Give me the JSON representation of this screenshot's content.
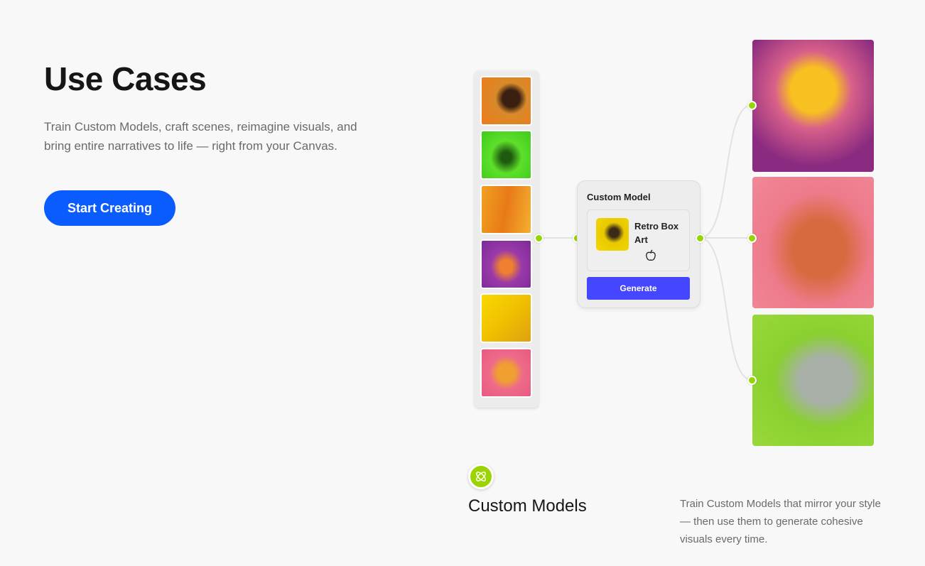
{
  "hero": {
    "title": "Use Cases",
    "subtitle": "Train Custom Models, craft scenes, reimagine visuals, and bring entire narratives to life — right from your Canvas.",
    "cta_label": "Start Creating"
  },
  "node": {
    "title": "Custom Model",
    "model_name": "Retro Box Art",
    "generate_label": "Generate"
  },
  "feature": {
    "title": "Custom Models",
    "description": "Train Custom Models that mirror your style — then use them to generate cohesive visuals every time."
  },
  "colors": {
    "accent": "#95d600",
    "cta": "#0a5cff",
    "generate": "#4546ff"
  }
}
